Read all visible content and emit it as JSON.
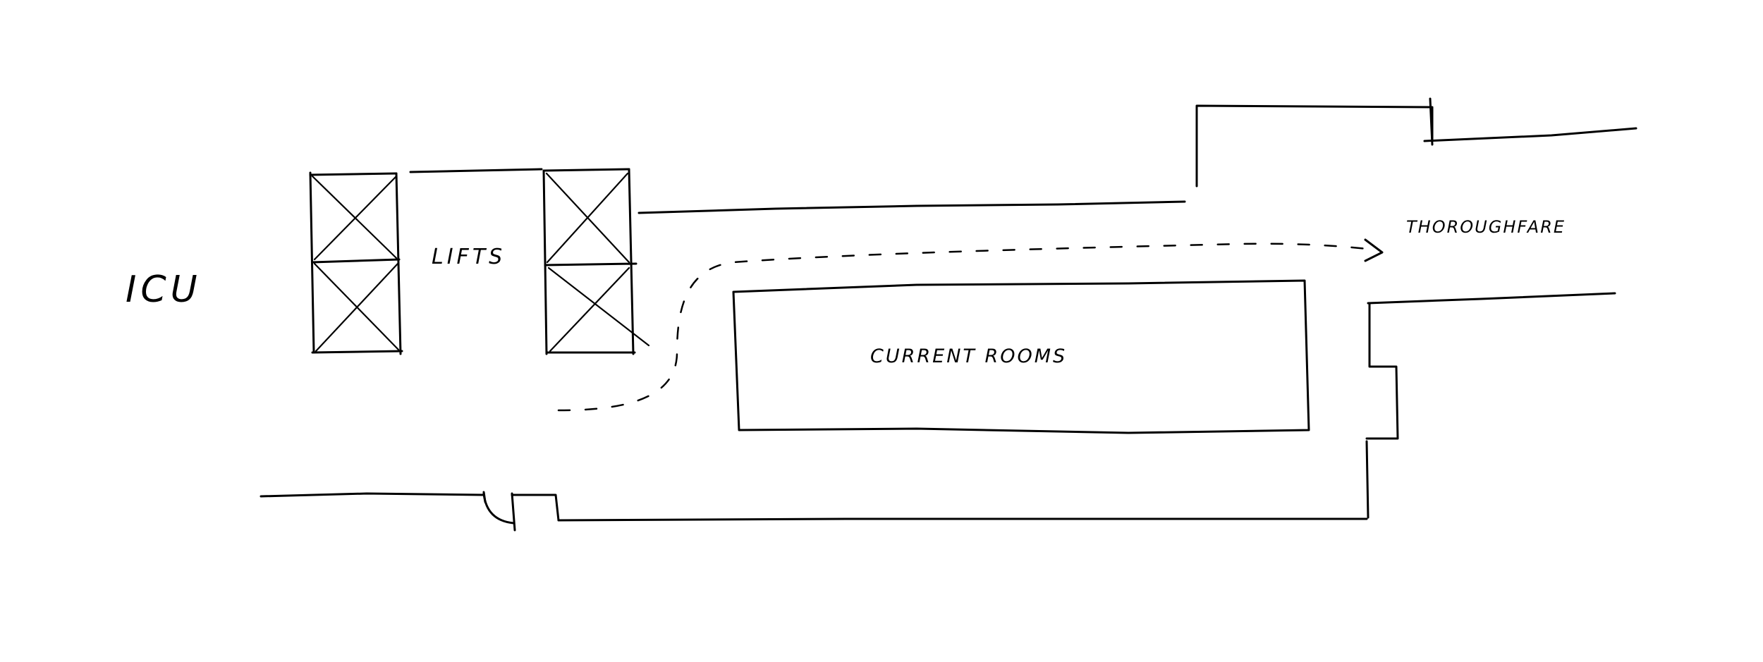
{
  "labels": {
    "icu": "ICU",
    "lifts": "LIFTS",
    "current_rooms": "CURRENT ROOMS",
    "thoroughfare": "THOROUGHFARE"
  },
  "colors": {
    "ink": "#000000",
    "paper": "#ffffff"
  }
}
